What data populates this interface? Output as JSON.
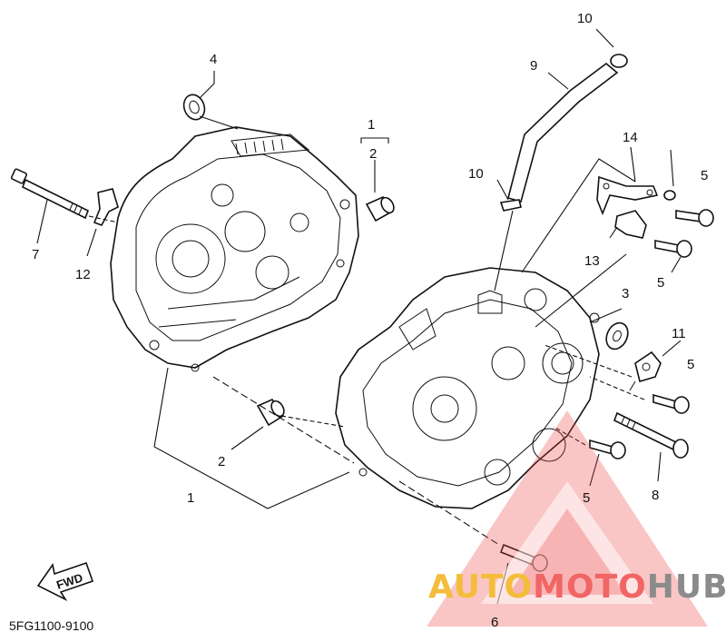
{
  "diagram": {
    "code": "5FG1100-9100",
    "fwd_label": "FWD",
    "callouts": {
      "c4": "4",
      "c1_top": "1",
      "c2_top": "2",
      "c7": "7",
      "c12": "12",
      "c10_top": "10",
      "c9": "9",
      "c14": "14",
      "c10_mid": "10",
      "c5_a": "5",
      "c13": "13",
      "c5_b": "5",
      "c3": "3",
      "c11": "11",
      "c5_c": "5",
      "c2_low": "2",
      "c1_low": "1",
      "c5_d": "5",
      "c8": "8",
      "c6": "6"
    }
  },
  "watermark": {
    "part1": "AUTO",
    "part2": "MOTO",
    "part3": "HUB",
    "colors": {
      "auto": "#f2b21a",
      "moto": "#ef4b4b",
      "hub": "#777777",
      "triangle": "#ef3b3b"
    }
  }
}
